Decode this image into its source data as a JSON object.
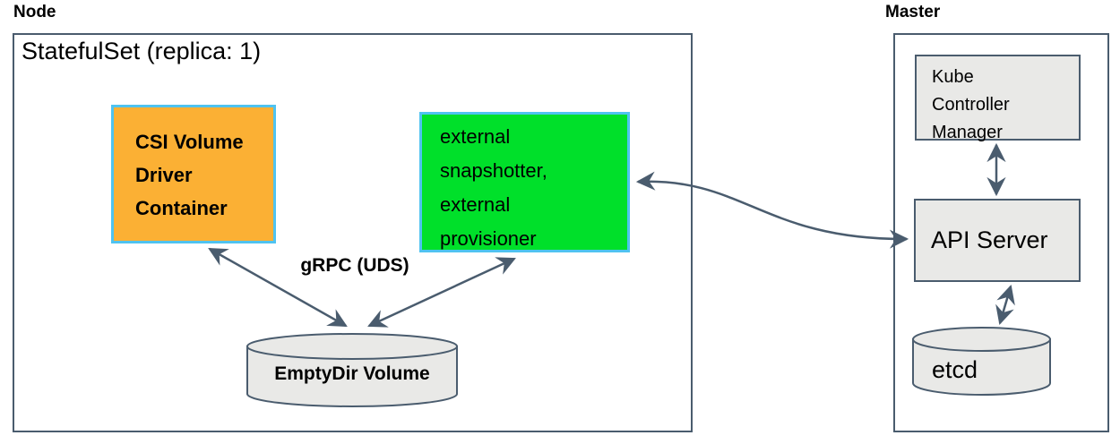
{
  "colors": {
    "orange_fill": "#fbb034",
    "green_fill": "#00e02a",
    "cyan_border": "#4fc3f0",
    "gray_fill": "#e9e9e7",
    "stroke": "#4a5c6e",
    "background": "#ffffff",
    "text": "#000000"
  },
  "node": {
    "label": "Node",
    "statefulset_title": "StatefulSet (replica: 1)",
    "csi_driver_box": "CSI Volume\nDriver\nContainer",
    "sidecar_box": "external\nsnapshotter,\nexternal\nprovisioner",
    "grpc_label": "gRPC (UDS)",
    "emptydir_label": "EmptyDir Volume"
  },
  "master": {
    "label": "Master",
    "kube_controller_manager": "Kube\nController\nManager",
    "api_server": "API Server",
    "etcd": "etcd"
  }
}
